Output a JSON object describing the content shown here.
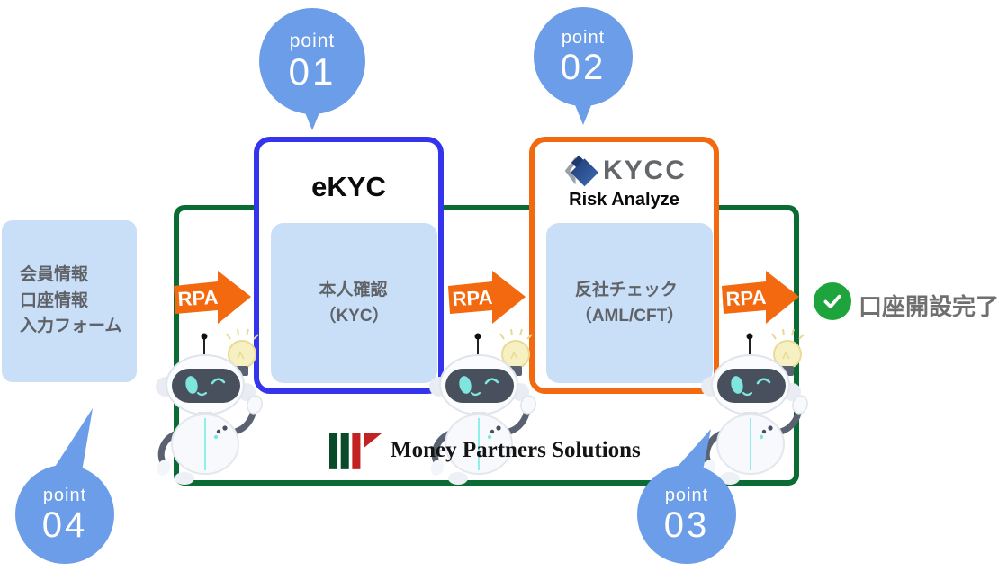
{
  "labels": {
    "rpa": "RPA"
  },
  "points": [
    {
      "label": "point",
      "number": "01"
    },
    {
      "label": "point",
      "number": "02"
    },
    {
      "label": "point",
      "number": "03"
    },
    {
      "label": "point",
      "number": "04"
    }
  ],
  "input_form_box": {
    "line1": "会員情報",
    "line2": "口座情報",
    "line3": "入力フォーム"
  },
  "ekyc": {
    "title": "eKYC",
    "inner_line1": "本人確認",
    "inner_line2": "（KYC）"
  },
  "kycc": {
    "logo_text": "KYCC",
    "subtitle": "Risk Analyze",
    "inner_line1": "反社チェック",
    "inner_line2": "（AML/CFT）"
  },
  "completion": {
    "label": "口座開設完了"
  },
  "vendor": {
    "name": "Money Partners Solutions"
  },
  "colors": {
    "bubble_blue": "#6C9DE8",
    "panel_blue": "#C9DFF7",
    "ekyc_border": "#3434EC",
    "kycc_border": "#F2690F",
    "outer_border": "#0A6B33",
    "rpa_orange": "#F2690F",
    "check_green": "#1EA43C",
    "logo_green": "#0B4A28",
    "logo_red": "#C32222"
  }
}
